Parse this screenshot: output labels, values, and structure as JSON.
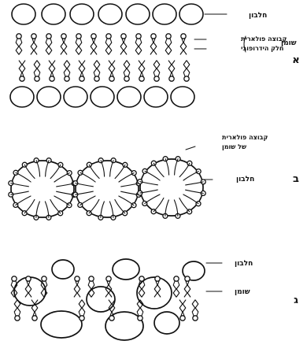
{
  "panel_a": {
    "letter": "א",
    "label_protein": "חלבון",
    "label_lipid": "שומן",
    "label_polar_group": "קבוצה פולארית",
    "label_hydrophobic_part": "חלק הידרופובי"
  },
  "panel_b": {
    "letter": "ב",
    "label_polar_line1": "קבוצה פולארית",
    "label_polar_line2": "של שומן",
    "label_protein": "חלבון"
  },
  "panel_c": {
    "letter": "ג",
    "label_protein": "חלבון",
    "label_lipid": "שומן"
  },
  "colors": {
    "ink": "#111111",
    "paper": "#ffffff"
  }
}
